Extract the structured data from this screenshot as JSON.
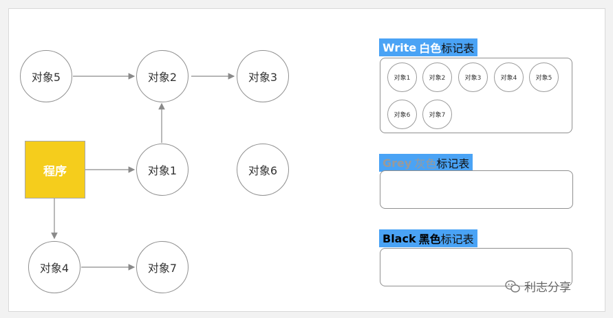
{
  "diagram": {
    "program": "程序",
    "nodes": {
      "n5": "对象5",
      "n2": "对象2",
      "n3": "对象3",
      "n1": "对象1",
      "n6": "对象6",
      "n4": "对象4",
      "n7": "对象7"
    }
  },
  "legend": {
    "white": {
      "en": "Write",
      "cn_color": "白色",
      "suffix": "标记表",
      "items": [
        "对象1",
        "对象2",
        "对象3",
        "对象4",
        "对象5",
        "对象6",
        "对象7"
      ]
    },
    "grey": {
      "en": "Grey",
      "cn_color": "灰色",
      "suffix": "标记表"
    },
    "black": {
      "en": "Black",
      "cn_color": "黑色",
      "suffix": "标记表"
    }
  },
  "watermark": "利志分享",
  "colors": {
    "program_fill": "#f5cd1c",
    "tag_fill": "#4aa3f5",
    "white_label": "#ffffff",
    "grey_label": "#9a9a9a",
    "black_label": "#000000"
  }
}
